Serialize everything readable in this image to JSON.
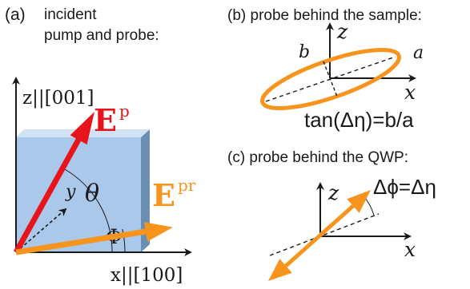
{
  "colors": {
    "pump": "#e8141c",
    "probe": "#f7941d",
    "sample_front": "#a9c8ea",
    "sample_side": "#6b8fb2",
    "sample_top": "#d0e2f4",
    "ink": "#1a1a1a"
  },
  "panel_a": {
    "tag": "(a)",
    "caption_line1": "incident",
    "caption_line2": "pump and probe:",
    "z_axis_label": "z||[001]",
    "x_axis_label": "x||[100]",
    "y_label": "y",
    "pump_label": "E",
    "pump_sup": "p",
    "probe_label": "E",
    "probe_sup": "pr",
    "theta_label": "θ",
    "phi_label": "Φ"
  },
  "panel_b": {
    "caption": "(b) probe behind the sample:",
    "z_label": "z",
    "x_label": "x",
    "minor_label": "b",
    "major_label": "a",
    "equation": "tan(Δη)=b/a"
  },
  "panel_c": {
    "caption": "(c) probe behind the QWP:",
    "z_label": "z",
    "x_label": "x",
    "equation": "Δϕ=Δη"
  }
}
